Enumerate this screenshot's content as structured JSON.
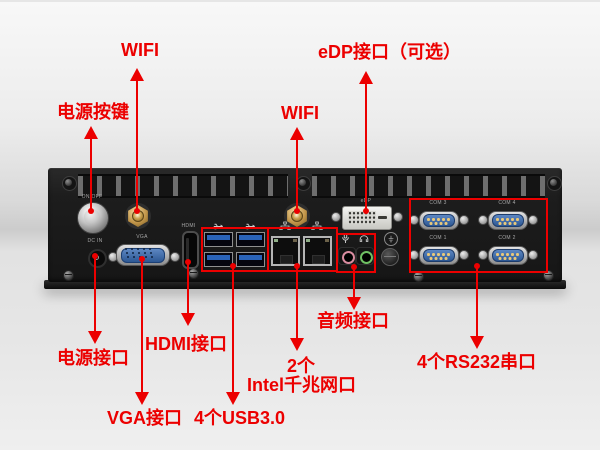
{
  "annotations": {
    "wifi_top": "WIFI",
    "power_button": "电源按键",
    "wifi_mid": "WIFI",
    "edp_optional": "eDP接口（可选）",
    "power_jack": "电源接口",
    "hdmi": "HDMI接口",
    "vga": "VGA接口",
    "usb": "4个USB3.0",
    "lan_count": "2个",
    "lan_name": "Intel千兆网口",
    "audio": "音频接口",
    "serial": "4个RS232串口"
  },
  "panel_labels": {
    "power_switch": "ON/OFF",
    "dc_in": "DC IN",
    "vga": "VGA",
    "hdmi": "HDMI",
    "edp": "eDP",
    "com3": "COM 3",
    "com4": "COM 4",
    "com1": "COM 1",
    "com2": "COM 2"
  },
  "icons": {
    "usb": "usb-trident-icon",
    "lan": "network-icon",
    "mic": "microphone-icon",
    "headphone": "headphones-icon",
    "ground": "earth-ground-icon"
  },
  "colors": {
    "annotation_red": "#ec0000",
    "chassis_black": "#1b1b1b",
    "usb_blue": "#2a63b8",
    "dsub_blue": "#3f6fb2",
    "sma_gold": "#c79b4e",
    "mic_pink": "#d98ca0",
    "headphone_green": "#6fbf63"
  }
}
